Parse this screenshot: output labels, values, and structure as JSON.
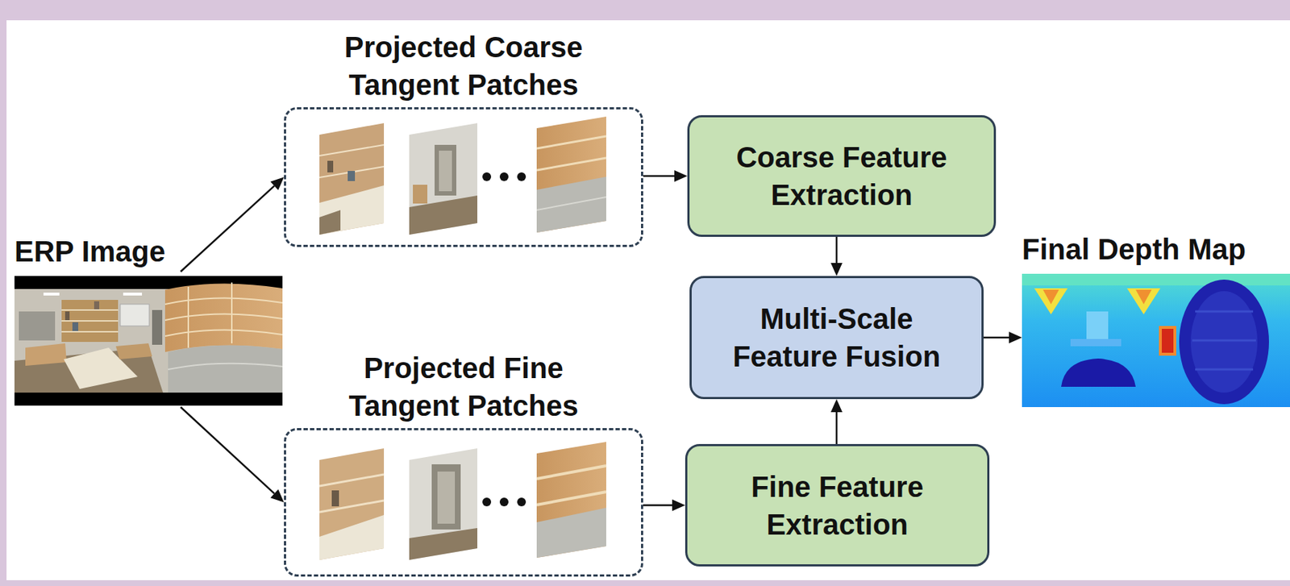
{
  "diagram": {
    "nodes": [
      {
        "text": [
          "ERP Image"
        ]
      },
      {
        "text": [
          "Projected Coarse Tangent Patches"
        ]
      },
      {
        "text": [
          "Projected Fine Tangent Patches"
        ]
      },
      {
        "text": [
          "Coarse Feature Extraction"
        ]
      },
      {
        "text": [
          "Multi-Scale Feature Fusion"
        ]
      },
      {
        "text": [
          "Fine Feature Extraction"
        ]
      },
      {
        "text": [
          "Final Depth Map"
        ]
      }
    ],
    "edges": [
      {
        "from": 0,
        "to": 1,
        "arrow": "to"
      },
      {
        "from": 0,
        "to": 2,
        "arrow": "to"
      },
      {
        "from": 1,
        "to": 3,
        "arrow": "to"
      },
      {
        "from": 2,
        "to": 5,
        "arrow": "to"
      },
      {
        "from": 3,
        "to": 4,
        "arrow": "to"
      },
      {
        "from": 5,
        "to": 4,
        "arrow": "to"
      },
      {
        "from": 4,
        "to": 6,
        "arrow": "to"
      }
    ]
  }
}
